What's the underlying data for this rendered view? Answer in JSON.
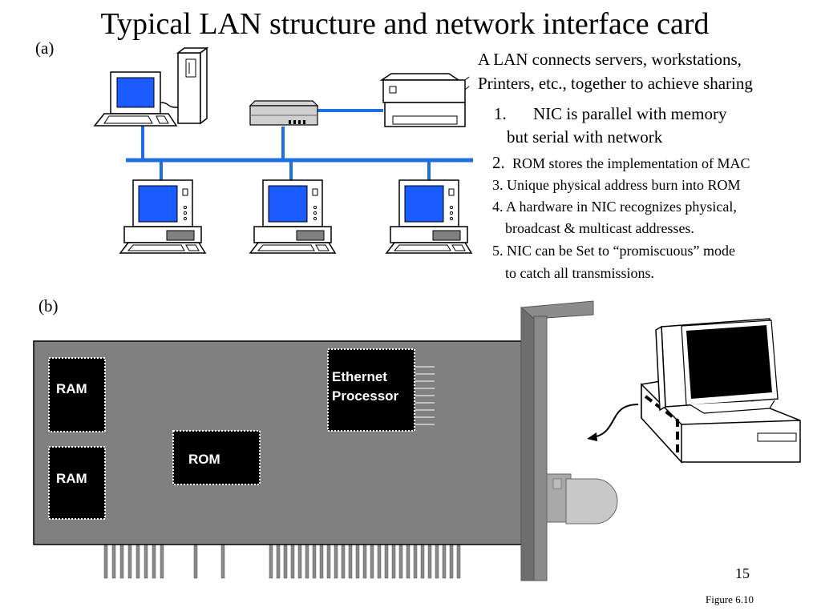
{
  "slide": {
    "title": "Typical LAN structure and network interface card",
    "label_a": "(a)",
    "label_b": "(b)",
    "intro_line1": "A LAN connects servers, workstations,",
    "intro_line2": "Printers, etc., together to achieve sharing",
    "points": [
      {
        "marker": "1.",
        "text": "NIC is parallel with memory",
        "cont": "but  serial with network"
      },
      {
        "marker": "2.",
        "text": "ROM stores the implementation of MAC"
      },
      {
        "text": "3. Unique physical address burn into ROM"
      },
      {
        "text": "4. A hardware in NIC recognizes physical,",
        "cont": "broadcast & multicast addresses."
      },
      {
        "text": "5. NIC can be Set to “promiscuous” mode",
        "cont": "to catch all  transmissions."
      }
    ],
    "nic": {
      "ram1": "RAM",
      "ram2": "RAM",
      "rom": "ROM",
      "eth_line1": "Ethernet",
      "eth_line2": "Processor"
    },
    "page_number": "15",
    "figure_caption": "Figure 6.10"
  },
  "colors": {
    "lan_bus": "#1f6fe0",
    "screen": "#1a5cff",
    "board": "#808080",
    "chip": "#000000"
  },
  "icons": [
    "workstation-tower",
    "hub",
    "printer",
    "workstation",
    "nic-board",
    "bracket",
    "bnc-connector",
    "pc"
  ]
}
